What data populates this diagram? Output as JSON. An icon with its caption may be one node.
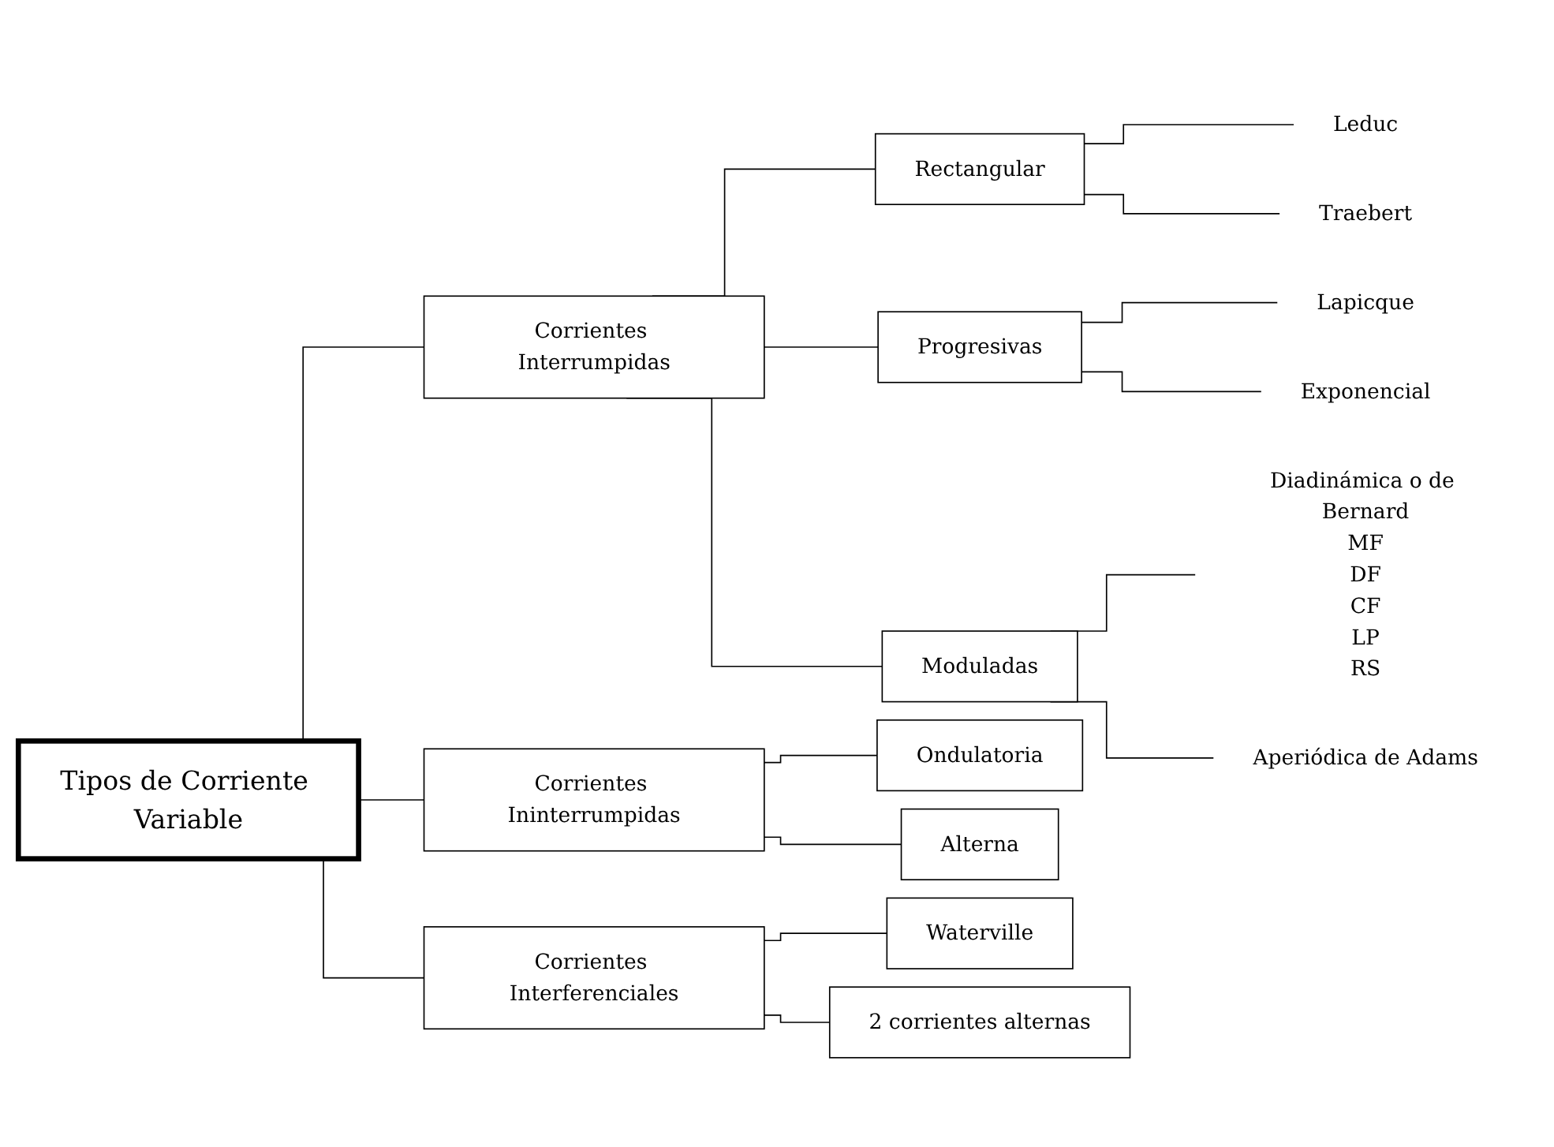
{
  "diagram": {
    "nodes": [
      {
        "text": [
          "Tipos de Corriente Variable"
        ]
      },
      {
        "text": [
          "Corrientes Interrumpidas"
        ]
      },
      {
        "text": [
          "Corrientes Ininterrumpidas"
        ]
      },
      {
        "text": [
          "Corrientes Interferenciales"
        ]
      },
      {
        "text": [
          "Rectangular"
        ]
      },
      {
        "text": [
          "Leduc"
        ]
      },
      {
        "text": [
          "Traebert"
        ]
      },
      {
        "text": [
          "Progresivas"
        ]
      },
      {
        "text": [
          "Lapicque"
        ]
      },
      {
        "text": [
          "Exponencial"
        ]
      },
      {
        "text": [
          "Moduladas"
        ]
      },
      {
        "text": [
          "Diadinámica o de Bernard",
          "MF",
          "DF",
          "CF",
          "LP",
          "RS"
        ]
      },
      {
        "text": [
          "Aperiódica de Adams"
        ]
      },
      {
        "text": [
          "Ondulatoria"
        ]
      },
      {
        "text": [
          "Alterna"
        ]
      },
      {
        "text": [
          "Waterville"
        ]
      },
      {
        "text": [
          "2 corrientes alternas"
        ]
      }
    ],
    "edges": [
      {
        "from": 0,
        "to": 1,
        "arrow": "none"
      },
      {
        "from": 0,
        "to": 2,
        "arrow": "none"
      },
      {
        "from": 0,
        "to": 3,
        "arrow": "none"
      },
      {
        "from": 1,
        "to": 4,
        "arrow": "none"
      },
      {
        "from": 4,
        "to": 5,
        "arrow": "none"
      },
      {
        "from": 4,
        "to": 6,
        "arrow": "none"
      },
      {
        "from": 1,
        "to": 7,
        "arrow": "none"
      },
      {
        "from": 7,
        "to": 8,
        "arrow": "none"
      },
      {
        "from": 7,
        "to": 9,
        "arrow": "none"
      },
      {
        "from": 1,
        "to": 10,
        "arrow": "none"
      },
      {
        "from": 10,
        "to": 11,
        "arrow": "none"
      },
      {
        "from": 10,
        "to": 12,
        "arrow": "none"
      },
      {
        "from": 2,
        "to": 13,
        "arrow": "none"
      },
      {
        "from": 2,
        "to": 14,
        "arrow": "none"
      },
      {
        "from": 3,
        "to": 15,
        "arrow": "none"
      },
      {
        "from": 3,
        "to": 16,
        "arrow": "none"
      }
    ]
  }
}
